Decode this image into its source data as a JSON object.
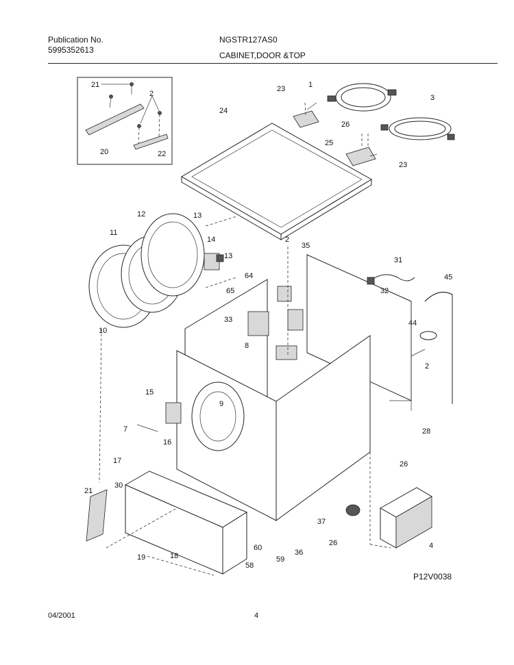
{
  "header": {
    "publication_label": "Publication No.",
    "publication_number": "5995352613",
    "model": "NGSTR127AS0",
    "section_title": "CABINET,DOOR &TOP"
  },
  "figure_code": "P12V0038",
  "footer": {
    "date": "04/2001",
    "page": "4"
  },
  "callouts": {
    "c1": "1",
    "c2": "2",
    "c3": "3",
    "c4": "4",
    "c7": "7",
    "c8": "8",
    "c9": "9",
    "c10": "10",
    "c11": "11",
    "c12": "12",
    "c13": "13",
    "c14": "14",
    "c15": "15",
    "c16": "16",
    "c17": "17",
    "c18": "18",
    "c19": "19",
    "c20": "20",
    "c21": "21",
    "c22": "22",
    "c23": "23",
    "c24": "24",
    "c25": "25",
    "c26": "26",
    "c28": "28",
    "c30": "30",
    "c31": "31",
    "c32": "32",
    "c33": "33",
    "c35": "35",
    "c36": "36",
    "c37": "37",
    "c44": "44",
    "c45": "45",
    "c58": "58",
    "c59": "59",
    "c60": "60",
    "c64": "64",
    "c65": "65"
  }
}
